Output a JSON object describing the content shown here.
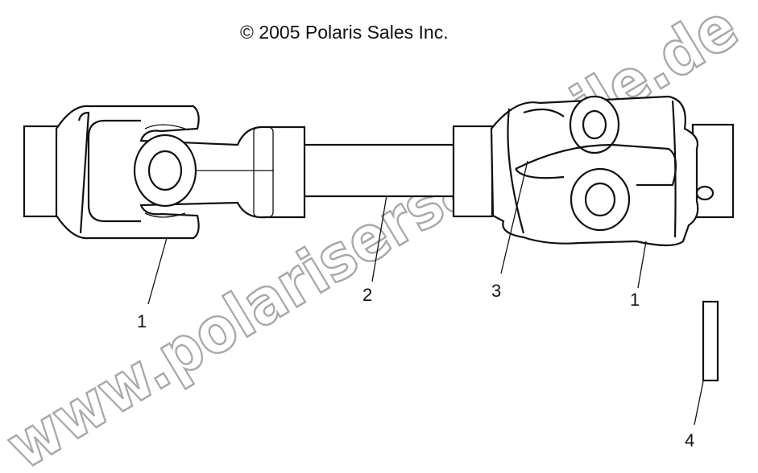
{
  "copyright": "© 2005 Polaris Sales Inc.",
  "watermark": "www.polarisersatzteile.de",
  "callouts": [
    {
      "id": "left-u-joint",
      "label": "1"
    },
    {
      "id": "shaft",
      "label": "2"
    },
    {
      "id": "cross-bearing",
      "label": "3"
    },
    {
      "id": "right-u-joint",
      "label": "1"
    },
    {
      "id": "key",
      "label": "4"
    }
  ]
}
